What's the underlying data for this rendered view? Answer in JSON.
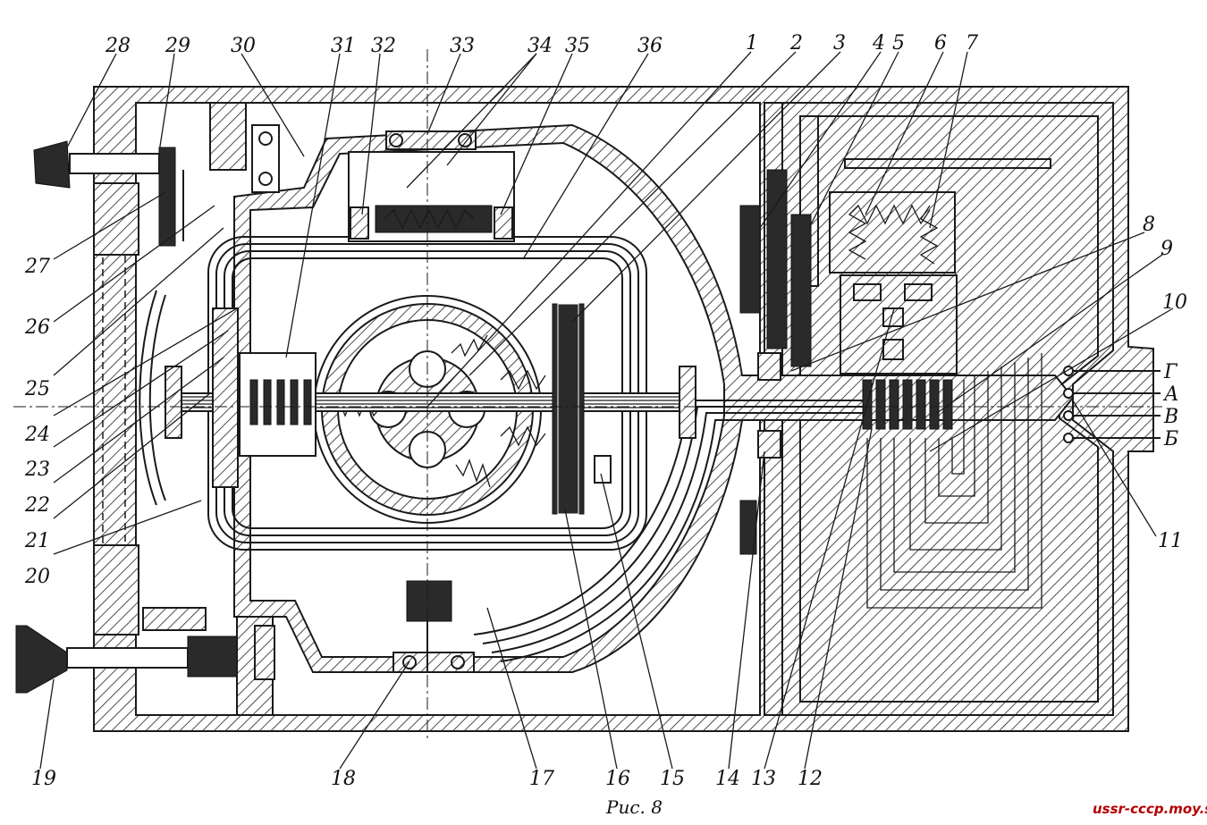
{
  "figure": {
    "caption": "Рис. 8",
    "watermark": "ussr-cccp.moy.su"
  },
  "part_numbers": [
    "1",
    "2",
    "3",
    "4",
    "5",
    "6",
    "7",
    "8",
    "9",
    "10",
    "11",
    "12",
    "13",
    "14",
    "15",
    "16",
    "17",
    "18",
    "19",
    "20",
    "21",
    "22",
    "23",
    "24",
    "25",
    "26",
    "27",
    "28",
    "29",
    "30",
    "31",
    "32",
    "33",
    "34",
    "35",
    "36"
  ],
  "terminals": [
    "Г",
    "А",
    "В",
    "Б"
  ]
}
